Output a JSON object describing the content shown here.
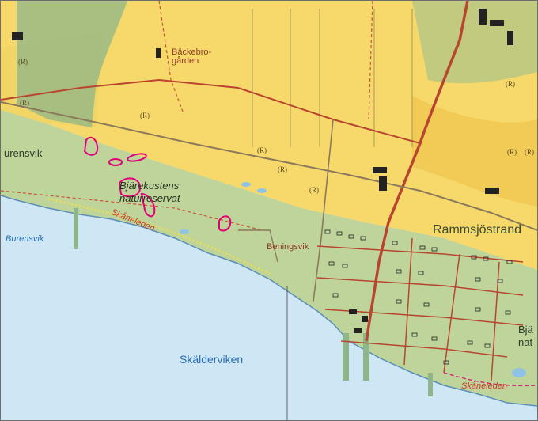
{
  "labels": {
    "burensvik_water": "Burensvik",
    "burensvik_land": "urensvik",
    "backebro": "Bäckebro-\ngården",
    "reserve": "Bjärekustens\nnaturreservat",
    "skaneleden_west": "Skåneleden",
    "skaneleden_east": "Skåneleden",
    "beningsvik": "Beningsvik",
    "rammsjostrand": "Rammsjöstrand",
    "skalderviken": "Skälderviken",
    "bja_nat": "Bjä\nnat"
  },
  "field_marks": [
    "(R)",
    "(R)",
    "(R)",
    "(R)",
    "(R)",
    "(R)",
    "(R)",
    "(R)",
    "(R)"
  ],
  "colors": {
    "water": "#cfe6f4",
    "arable": "#f6d96a",
    "arable_deep": "#efbf45",
    "grass": "#bed49a",
    "forest_green": "#8fb58a",
    "road_major": "#b8452f",
    "road_minor": "#c8553b",
    "trail": "#d6267e",
    "sand": "#e9dc55",
    "reserve_border": "#e2007a",
    "building": "#222222"
  }
}
